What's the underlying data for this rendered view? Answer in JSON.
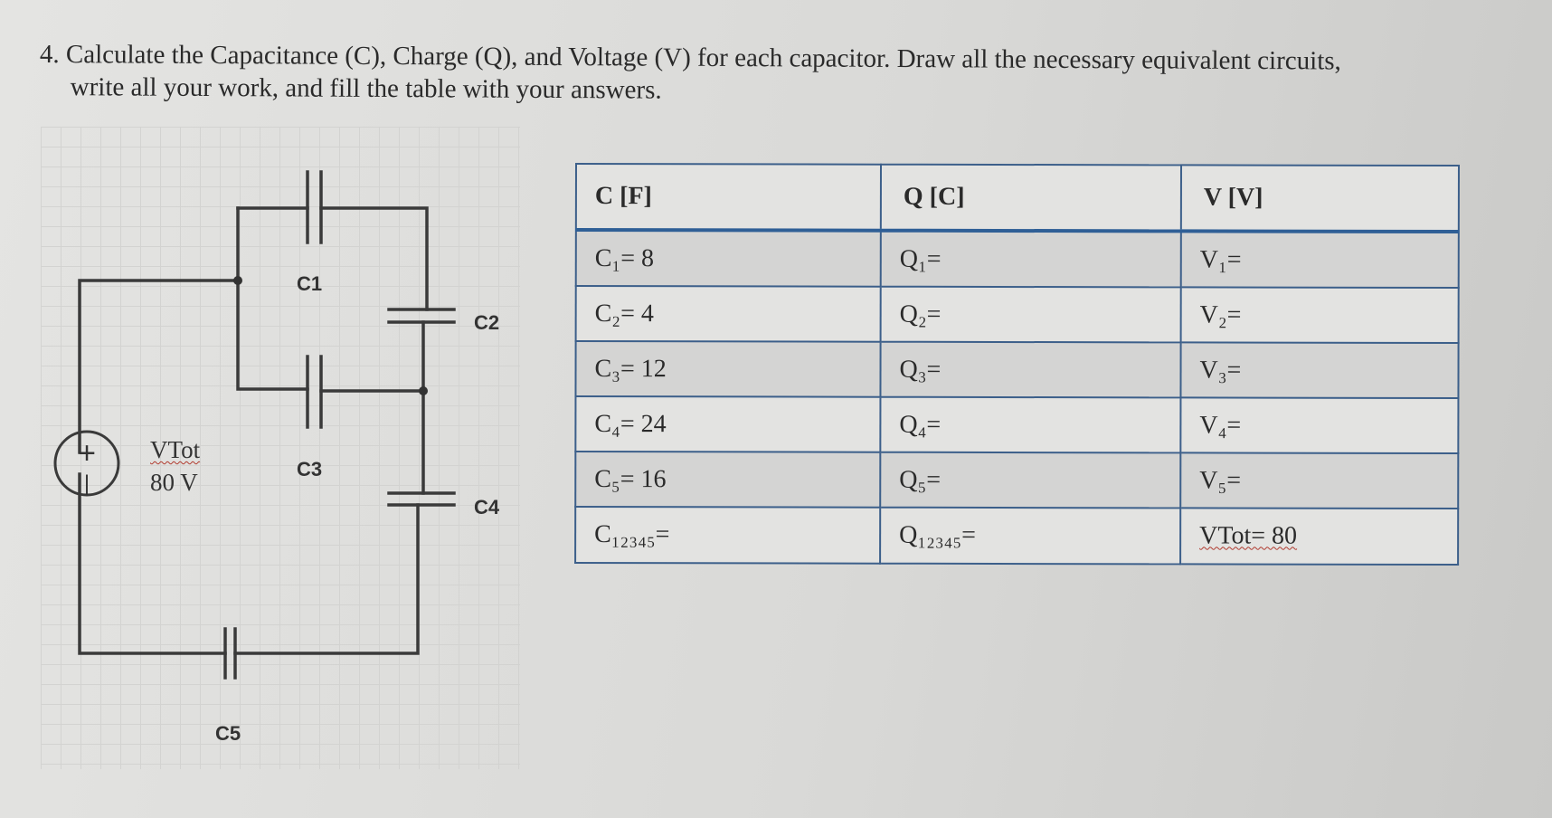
{
  "question": {
    "number": "4.",
    "line1": "Calculate the Capacitance (C), Charge (Q), and Voltage (V) for each capacitor. Draw all the necessary equivalent circuits,",
    "line2": "write all your work, and fill the table with your answers."
  },
  "circuit": {
    "source_symbol_plus": "+",
    "source_symbol_minus": "|",
    "source_name": "VTot",
    "source_value": "80 V",
    "labels": {
      "c1": "C1",
      "c2": "C2",
      "c3": "C3",
      "c4": "C4",
      "c5": "C5"
    }
  },
  "table": {
    "headers": [
      "C [F]",
      "Q [C]",
      "V [V]"
    ],
    "rows": [
      [
        "C₁= 8",
        "Q₁=",
        "V₁="
      ],
      [
        "C₂= 4",
        "Q₂=",
        "V₂="
      ],
      [
        "C₃= 12",
        "Q₃=",
        "V₃="
      ],
      [
        "C₄= 24",
        "Q₄=",
        "V₄="
      ],
      [
        "C₅= 16",
        "Q₅=",
        "V₅="
      ],
      [
        "C₁₂₃₄₅=",
        "Q₁₂₃₄₅=",
        "VTot= 80"
      ]
    ]
  }
}
